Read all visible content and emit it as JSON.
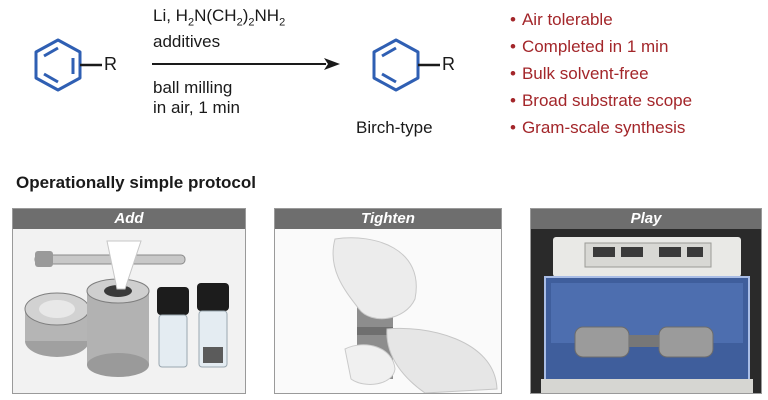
{
  "scheme": {
    "reactant": {
      "substituent": "R"
    },
    "conditions_above": [
      "Li, H2N(CH2)2NH2",
      "additives"
    ],
    "conditions_below": [
      "ball milling",
      "in air, 1 min"
    ],
    "product": {
      "substituent": "R",
      "label": "Birch-type"
    }
  },
  "benefits": [
    "Air tolerable",
    "Completed in 1 min",
    "Bulk solvent-free",
    "Broad substrate scope",
    "Gram-scale synthesis"
  ],
  "colors": {
    "benefit": "#a3262a",
    "ring": "#2f5fb3",
    "panel_header": "#6e6e6e"
  },
  "protocol": {
    "title": "Operationally simple protocol",
    "steps": [
      {
        "label": "Add",
        "image": "jar-and-reagents-photo"
      },
      {
        "label": "Tighten",
        "image": "gloved-hands-tightening-photo"
      },
      {
        "label": "Play",
        "image": "ball-mill-machine-photo"
      }
    ]
  }
}
